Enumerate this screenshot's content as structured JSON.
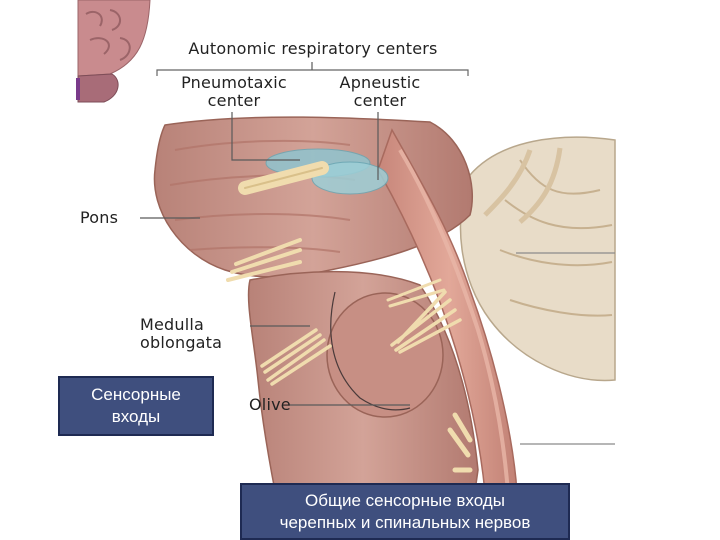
{
  "labels": {
    "autonomic_centers": "Autonomic respiratory centers",
    "pneumotaxic_line1": "Pneumotaxic",
    "pneumotaxic_line2": "center",
    "apneustic_line1": "Apneustic",
    "apneustic_line2": "center",
    "pons": "Pons",
    "medulla_line1": "Medulla",
    "medulla_line2": "oblongata",
    "olive": "Olive"
  },
  "overlays": {
    "sensory_inputs": "Сенсорные\nвходы",
    "general_sensory_inputs": "Общие сенсорные входы\nчерепных и спинальных нервов"
  },
  "colors": {
    "tissue": "#c9978c",
    "tissue_dark": "#a66e64",
    "nerve": "#f0dcae",
    "respiratory_center": "#8fc4cf",
    "cerebellum": "#e8dcc8",
    "box_fill": "#3f4f7e"
  }
}
